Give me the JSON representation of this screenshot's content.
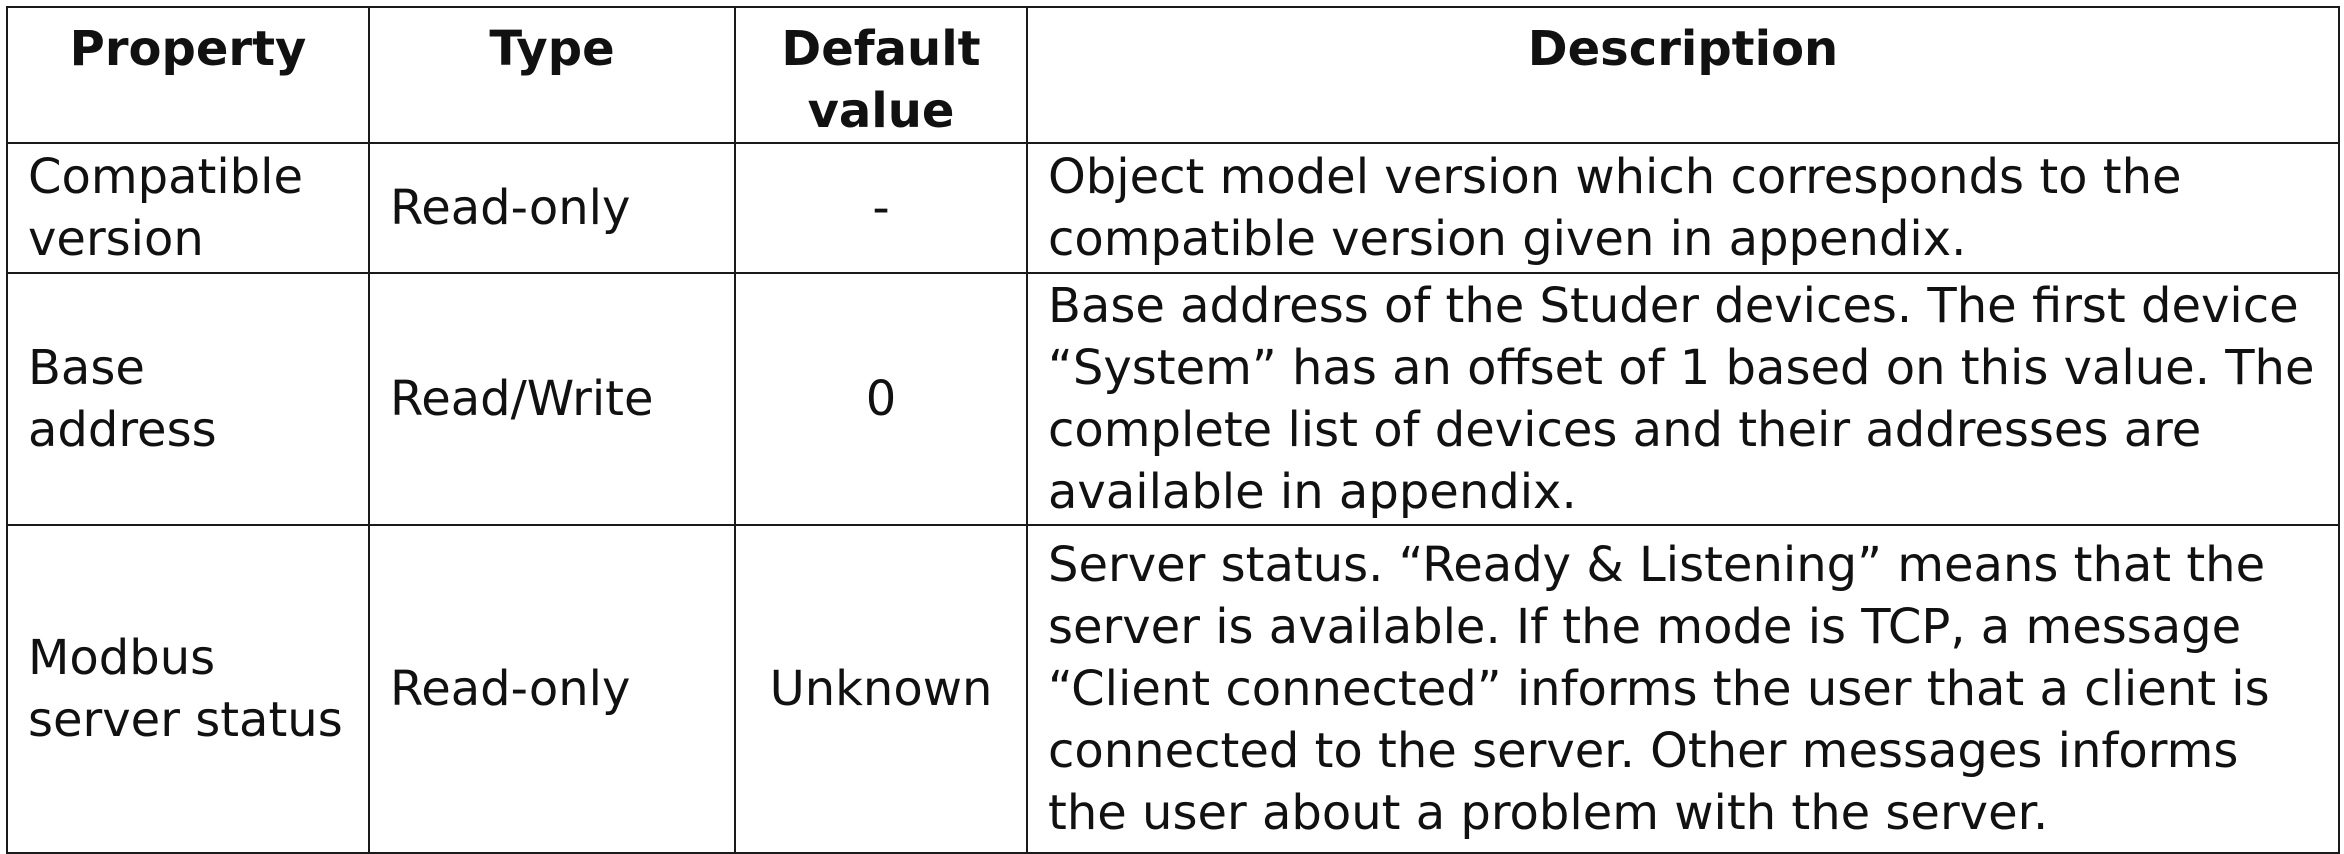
{
  "table": {
    "headers": {
      "property": "Property",
      "type": "Type",
      "default_value": "Default value",
      "description": "Description"
    },
    "rows": [
      {
        "property": "Compatible version",
        "type": "Read-only",
        "default_value": "-",
        "description": "Object model version which corresponds to the compatible version given in appendix."
      },
      {
        "property": "Base address",
        "type": "Read/Write",
        "default_value": "0",
        "description": "Base address of the Studer devices. The first device “System” has an offset of 1 based on this value. The complete list of devices and their addresses are available in appendix."
      },
      {
        "property": "Modbus server status",
        "type": "Read-only",
        "default_value": "Unknown",
        "description": "Server status. “Ready & Listening” means that the server is available. If the mode is TCP, a message “Client connected” informs the user that a client is connected to the server. Other messages informs the user about a problem with the server."
      }
    ]
  }
}
